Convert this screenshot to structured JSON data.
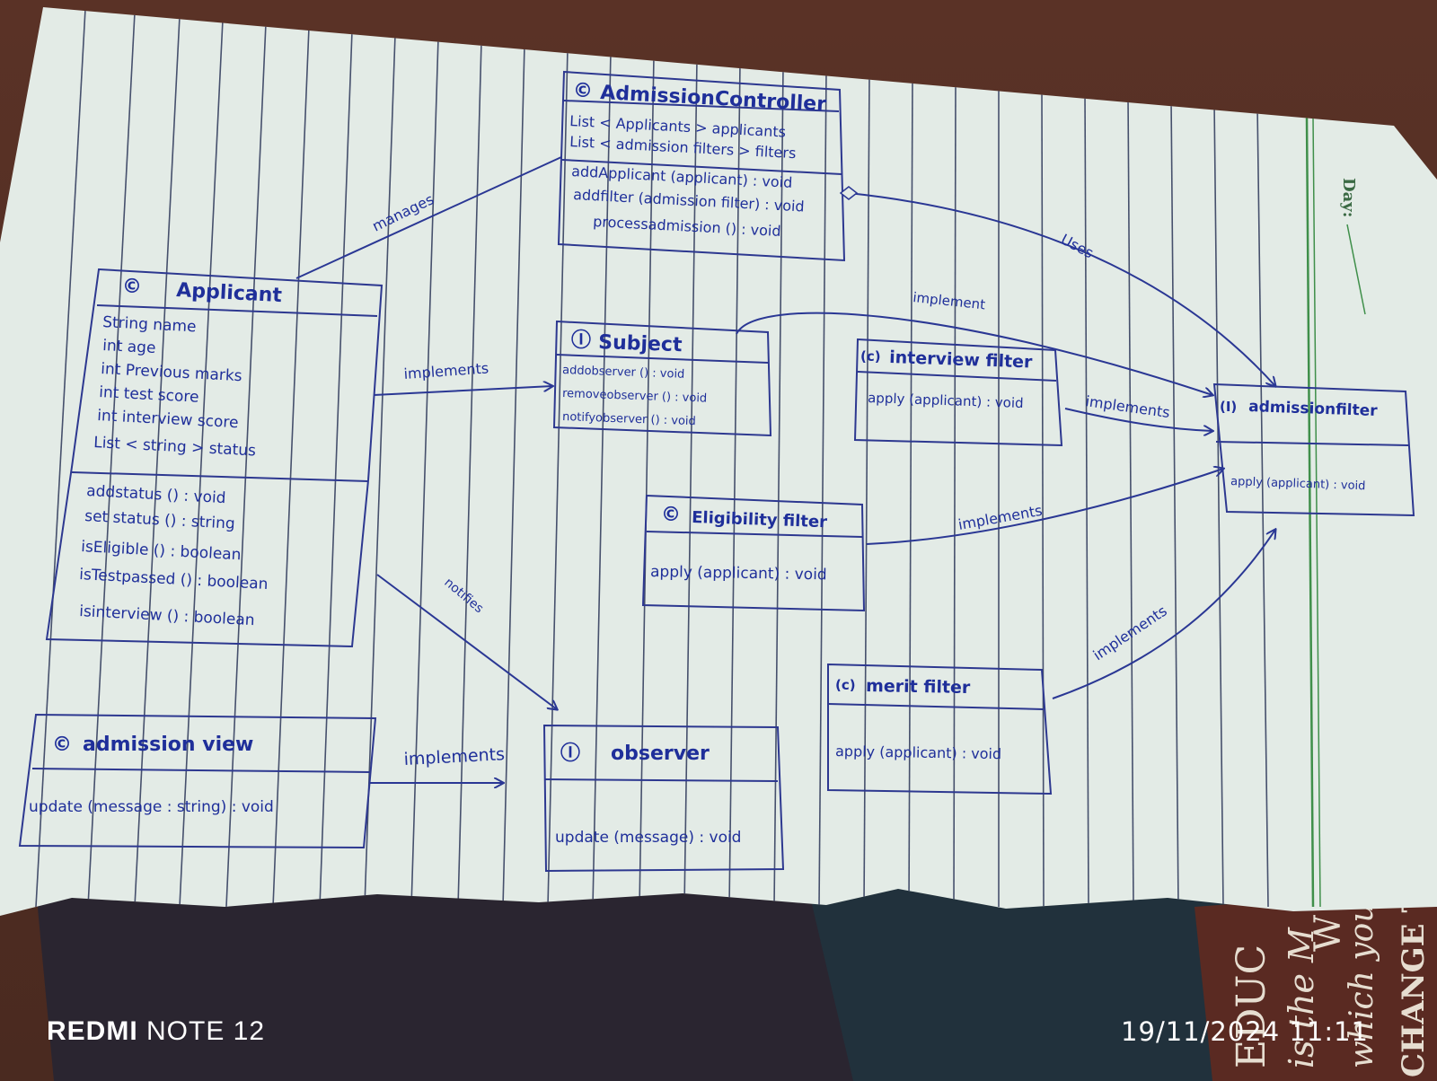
{
  "classes": {
    "admission_controller": {
      "stereotype": "©",
      "name": "AdmissionController",
      "attributes": [
        "List < Applicants > applicants",
        "List < admission filters >  filters"
      ],
      "methods": [
        "addApplicant (applicant) : void",
        "addfilter (admission filter) : void",
        "processadmission () : void"
      ]
    },
    "applicant": {
      "stereotype": "©",
      "name": "Applicant",
      "attributes": [
        "String  name",
        "int  age",
        "int  Previous marks",
        "int  test score",
        "int  interview score",
        "List  < string >  status"
      ],
      "methods": [
        "addstatus () : void",
        "set status () : string",
        "isEligible () : boolean",
        "isTestpassed () : boolean",
        "isinterview () : boolean"
      ]
    },
    "subject": {
      "stereotype": "Ⓘ",
      "name": "Subject",
      "methods": [
        "addobserver () : void",
        "removeobserver () : void",
        "notifyobserver () : void"
      ]
    },
    "interview_filter": {
      "stereotype": "(c)",
      "name": "interview filter",
      "methods": [
        "apply (applicant) : void"
      ]
    },
    "admission_filter": {
      "stereotype": "(I)",
      "name": "admissionfilter",
      "methods": [
        "apply (applicant) : void"
      ]
    },
    "eligibility_filter": {
      "stereotype": "©",
      "name": "Eligibility filter",
      "methods": [
        "apply (applicant) : void"
      ]
    },
    "merit_filter": {
      "stereotype": "(c)",
      "name": "merit filter",
      "methods": [
        "apply (applicant) : void"
      ]
    },
    "admission_view": {
      "stereotype": "©",
      "name": "admission view",
      "methods": [
        "update (message : string) : void"
      ]
    },
    "observer": {
      "stereotype": "Ⓘ",
      "name": "observer",
      "methods": [
        "update (message) : void"
      ]
    }
  },
  "relations": {
    "manages": "manages",
    "uses": "Uses",
    "implement_subject": "implement",
    "implements_applicant_subject": "implements",
    "implements_interview": "implements",
    "implements_eligibility": "implements",
    "implements_merit": "implements",
    "notifies": "notifies",
    "implements_view": "implements"
  },
  "notebook": {
    "day_label": "Day:"
  },
  "book_cover": [
    "EDUC",
    "is the M",
    "W",
    "which you",
    "CHANGE T"
  ],
  "watermark": {
    "brand": "REDMI",
    "model": "NOTE 12",
    "datetime": "19/11/2024  11:11"
  },
  "colors": {
    "ink": "#1f2f9a",
    "paper": "#e3ebe6",
    "rule": "#2b3557",
    "margin": "#3f8f4a",
    "table": "#4a2a20"
  }
}
